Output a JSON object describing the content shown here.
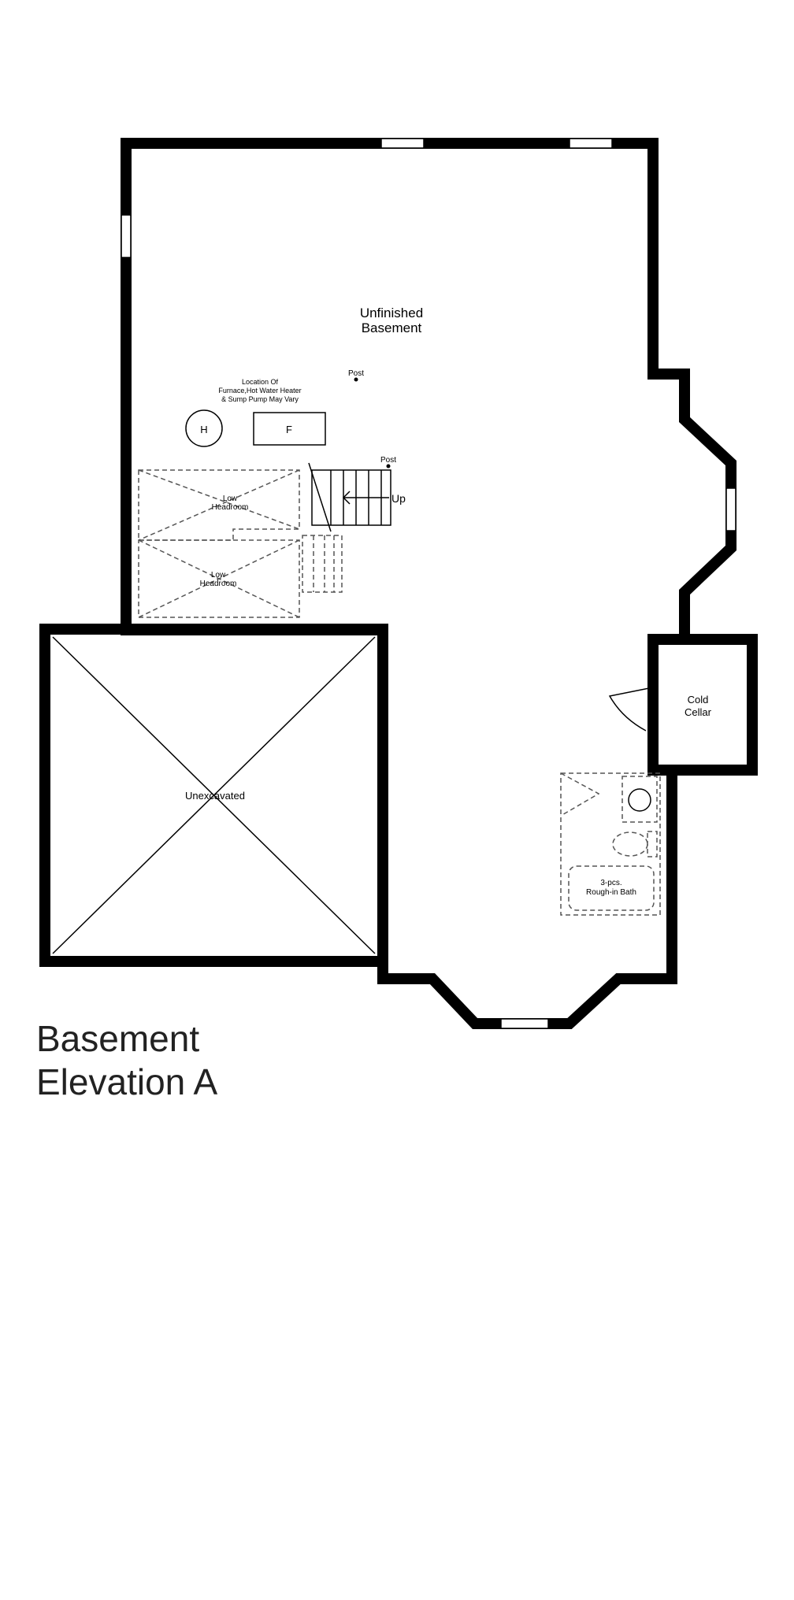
{
  "title": {
    "line1": "Basement",
    "line2": "Elevation A"
  },
  "rooms": {
    "unfinished_line1": "Unfinished",
    "unfinished_line2": "Basement",
    "cold_cellar_line1": "Cold",
    "cold_cellar_line2": "Cellar",
    "unexcavated": "Unexcavated",
    "bath_line1": "3-pcs.",
    "bath_line2": "Rough-in Bath"
  },
  "notes": {
    "mechanical_line1": "Location Of",
    "mechanical_line2": "Furnace,Hot Water Heater",
    "mechanical_line3": "& Sump Pump May Vary",
    "heater": "H",
    "furnace": "F",
    "post_1": "Post",
    "post_2": "Post",
    "stairs_up": "Up",
    "low_headroom_1_line1": "Low",
    "low_headroom_1_line2": "Headroom",
    "low_headroom_2_line1": "Low",
    "low_headroom_2_line2": "Headroom"
  },
  "colors": {
    "wall": "#000000",
    "background": "#ffffff",
    "title_text": "#222222"
  }
}
